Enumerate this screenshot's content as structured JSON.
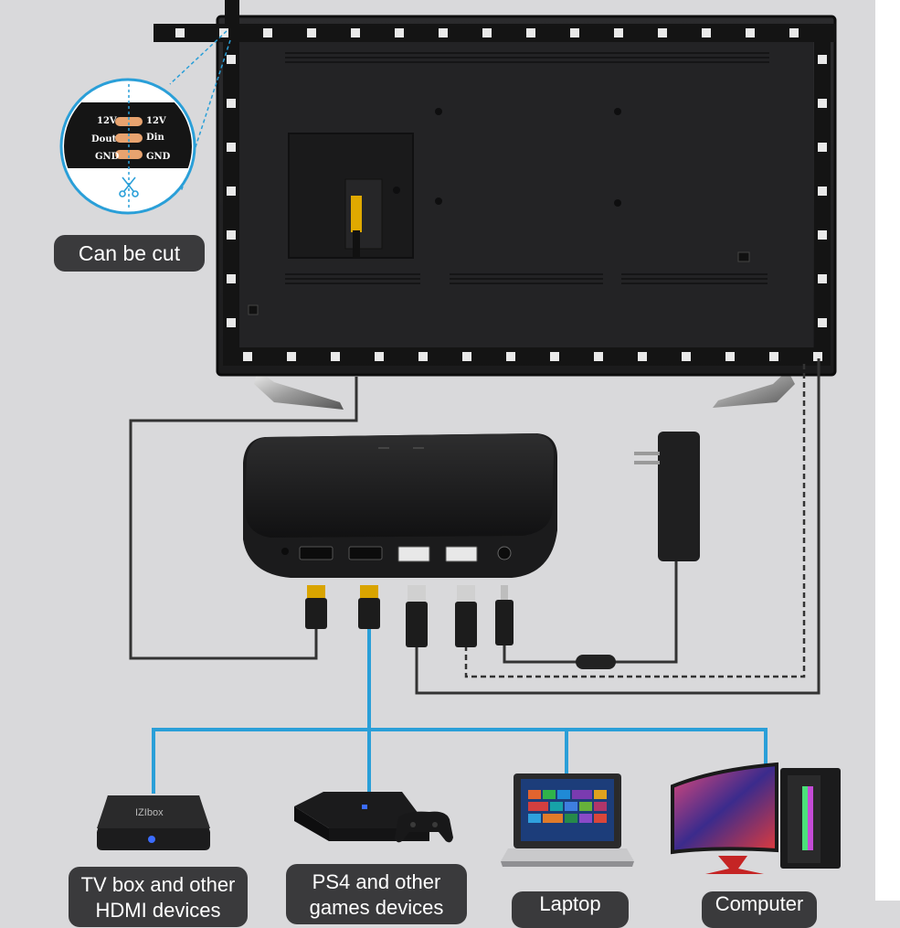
{
  "strip_callout": {
    "pad_left": [
      "12V",
      "Dout",
      "GND"
    ],
    "pad_right": [
      "12V",
      "Din",
      "GND"
    ],
    "cut_label": "Can be cut"
  },
  "devices": {
    "tvbox_brand": "IZIbox",
    "tvbox_label_line1": "TV box and other",
    "tvbox_label_line2": "HDMI devices",
    "ps4_label_line1": "PS4 and other",
    "ps4_label_line2": "games devices",
    "laptop_label": "Laptop",
    "computer_label": "Computer"
  },
  "colors": {
    "background": "#d9d9db",
    "tv_frame": "#1a1a1a",
    "hdmi_out_line": "#2a9fd8",
    "cable": "#333333",
    "label_pill": "#3a3a3c"
  }
}
